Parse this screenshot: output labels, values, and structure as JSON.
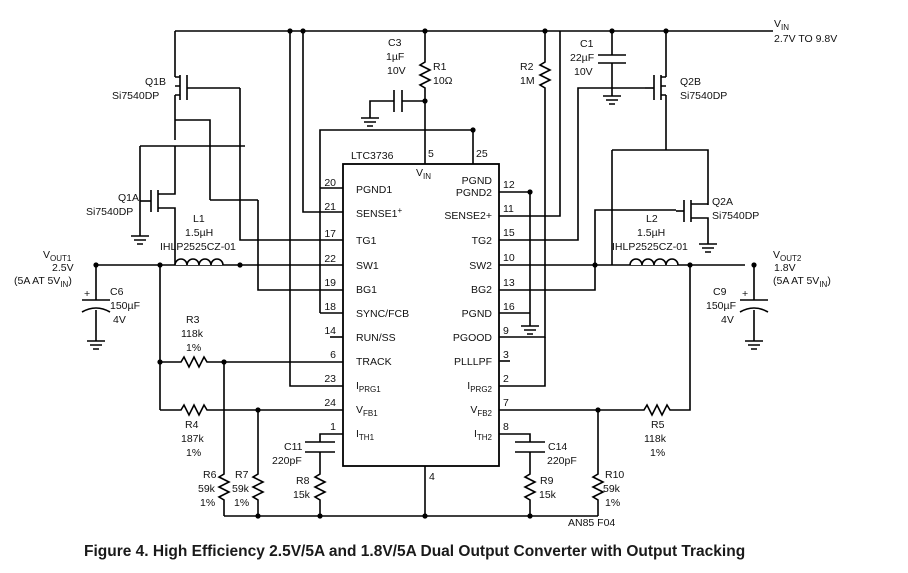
{
  "supply": {
    "vin_label": "V",
    "vin_sub": "IN",
    "vin_range": "2.7V TO 9.8V"
  },
  "ic": {
    "name": "LTC3736",
    "top_pins": [
      {
        "num": "5",
        "name": "V",
        "sub": "IN"
      },
      {
        "num": "25",
        "name": ""
      }
    ],
    "bottom_pin": "4",
    "left_pins": [
      {
        "num": "20",
        "name": "PGND1",
        "sub": ""
      },
      {
        "num": "21",
        "name": "SENSE1",
        "sup": "+"
      },
      {
        "num": "17",
        "name": "TG1",
        "sub": ""
      },
      {
        "num": "22",
        "name": "SW1",
        "sub": ""
      },
      {
        "num": "19",
        "name": "BG1",
        "sub": ""
      },
      {
        "num": "18",
        "name": "SYNC/FCB",
        "sub": ""
      },
      {
        "num": "14",
        "name": "RUN/SS",
        "sub": ""
      },
      {
        "num": "6",
        "name": "TRACK",
        "sub": ""
      },
      {
        "num": "23",
        "name": "I",
        "sub": "PRG1"
      },
      {
        "num": "24",
        "name": "V",
        "sub": "FB1"
      },
      {
        "num": "1",
        "name": "I",
        "sub": "TH1"
      }
    ],
    "right_pins": [
      {
        "num": "",
        "name": "PGND",
        "sub": ""
      },
      {
        "num": "12",
        "name": "PGND2",
        "sub": ""
      },
      {
        "num": "11",
        "name": "SENSE2+",
        "sub": ""
      },
      {
        "num": "15",
        "name": "TG2",
        "sub": ""
      },
      {
        "num": "10",
        "name": "SW2",
        "sub": ""
      },
      {
        "num": "13",
        "name": "BG2",
        "sub": ""
      },
      {
        "num": "16",
        "name": "PGND",
        "sub": ""
      },
      {
        "num": "9",
        "name": "PGOOD",
        "sub": ""
      },
      {
        "num": "3",
        "name": "PLLLPF",
        "sub": ""
      },
      {
        "num": "2",
        "name": "I",
        "sub": "PRG2"
      },
      {
        "num": "7",
        "name": "V",
        "sub": "FB2"
      },
      {
        "num": "8",
        "name": "I",
        "sub": "TH2"
      }
    ]
  },
  "components": {
    "c3": [
      "C3",
      "1µF",
      "10V"
    ],
    "r1": [
      "R1",
      "10Ω"
    ],
    "r2": [
      "R2",
      "1M"
    ],
    "c1": [
      "C1",
      "22µF",
      "10V"
    ],
    "q1b": [
      "Q1B",
      "Si7540DP"
    ],
    "q2b": [
      "Q2B",
      "Si7540DP"
    ],
    "q1a": [
      "Q1A",
      "Si7540DP"
    ],
    "q2a": [
      "Q2A",
      "Si7540DP"
    ],
    "l1": [
      "L1",
      "1.5µH",
      "IHLP2525CZ-01"
    ],
    "l2": [
      "L2",
      "1.5µH",
      "IHLP2525CZ-01"
    ],
    "c6": [
      "C6",
      "150µF",
      "4V"
    ],
    "c9": [
      "C9",
      "150µF",
      "4V"
    ],
    "r3": [
      "R3",
      "118k",
      "1%"
    ],
    "r4": [
      "R4",
      "187k",
      "1%"
    ],
    "r5": [
      "R5",
      "118k",
      "1%"
    ],
    "r6": [
      "R6",
      "59k",
      "1%"
    ],
    "r7": [
      "R7",
      "59k",
      "1%"
    ],
    "r8": [
      "R8",
      "15k"
    ],
    "r9": [
      "R9",
      "15k"
    ],
    "r10": [
      "R10",
      "59k",
      "1%"
    ],
    "c11": [
      "C11",
      "220pF"
    ],
    "c14": [
      "C14",
      "220pF"
    ]
  },
  "outputs": {
    "vout1": {
      "label": "V",
      "sub": "OUT1",
      "voltage": "2.5V",
      "current": "(5A AT 5V",
      "current_sub": "IN",
      "close": ")"
    },
    "vout2": {
      "label": "V",
      "sub": "OUT2",
      "voltage": "1.8V",
      "current": "(5A AT 5V",
      "current_sub": "IN",
      "close": ")"
    }
  },
  "plus_sign": "+",
  "figure_code": "AN85 F04",
  "caption": "Figure 4. High Efficiency 2.5V/5A and 1.8V/5A Dual Output Converter with Output Tracking"
}
